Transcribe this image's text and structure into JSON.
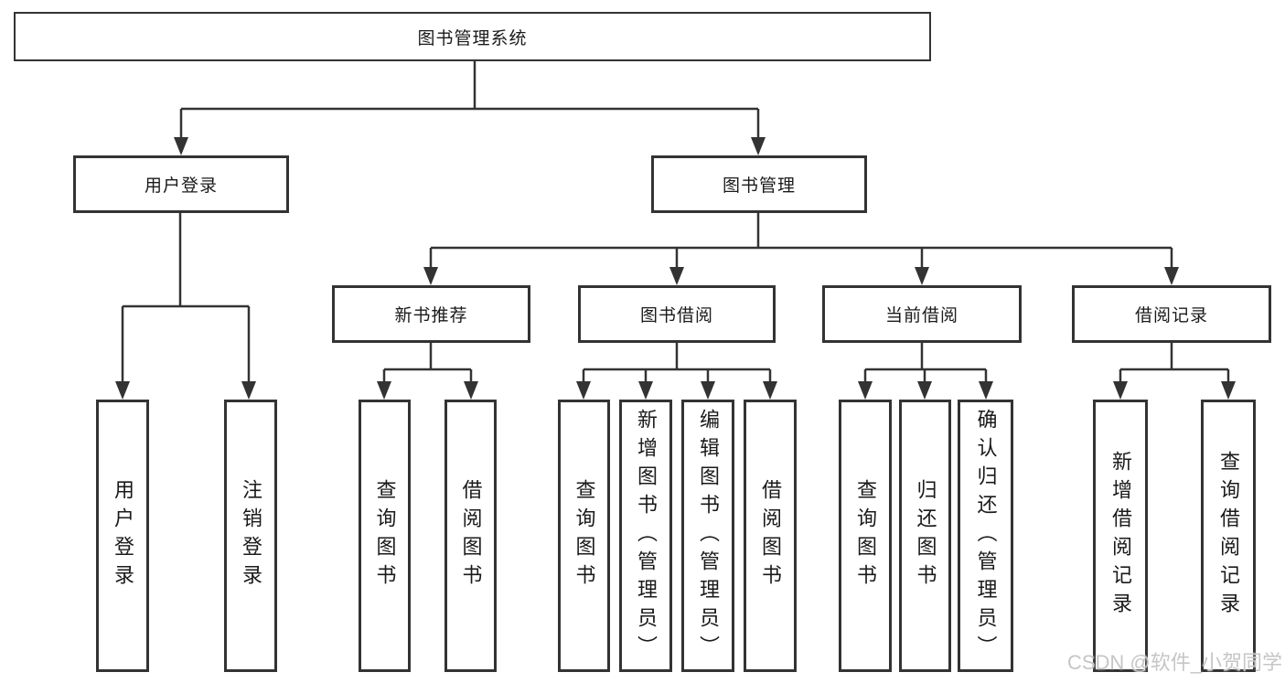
{
  "tree": {
    "label": "图书管理系统",
    "children": [
      {
        "label": "用户登录",
        "children": [
          {
            "label": "用户登录"
          },
          {
            "label": "注销登录"
          }
        ]
      },
      {
        "label": "图书管理",
        "children": [
          {
            "label": "新书推荐",
            "children": [
              {
                "label": "查询图书"
              },
              {
                "label": "借阅图书"
              }
            ]
          },
          {
            "label": "图书借阅",
            "children": [
              {
                "label": "查询图书"
              },
              {
                "label": "新增图书（管理员）"
              },
              {
                "label": "编辑图书（管理员）"
              },
              {
                "label": "借阅图书"
              }
            ]
          },
          {
            "label": "当前借阅",
            "children": [
              {
                "label": "查询图书"
              },
              {
                "label": "归还图书"
              },
              {
                "label": "确认归还（管理员）"
              }
            ]
          },
          {
            "label": "借阅记录",
            "children": [
              {
                "label": "新增借阅记录"
              },
              {
                "label": "查询借阅记录"
              }
            ]
          }
        ]
      }
    ]
  },
  "watermark": "CSDN @软件_小贺同学",
  "colors": {
    "line": "#333333",
    "box_border": "#333333",
    "box_background": "#ffffff",
    "text": "#1a1a1a",
    "watermark": "#c6c6c6"
  }
}
